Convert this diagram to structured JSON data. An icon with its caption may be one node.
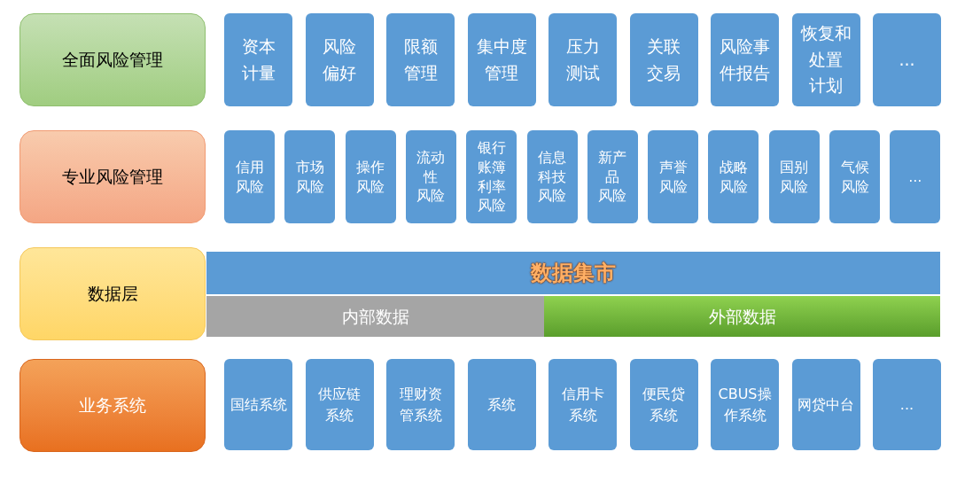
{
  "diagram": {
    "nodes": [
      {
        "text": [
          "全面风险管理"
        ]
      },
      {
        "text": [
          "资本计量"
        ]
      },
      {
        "text": [
          "风险偏好"
        ]
      },
      {
        "text": [
          "限额管理"
        ]
      },
      {
        "text": [
          "集中度管理"
        ]
      },
      {
        "text": [
          "压力测试"
        ]
      },
      {
        "text": [
          "关联交易"
        ]
      },
      {
        "text": [
          "风险事件报告"
        ]
      },
      {
        "text": [
          "恢复和处置计划"
        ]
      },
      {
        "text": [
          "..."
        ]
      },
      {
        "text": [
          "专业风险管理"
        ]
      },
      {
        "text": [
          "信用风险"
        ]
      },
      {
        "text": [
          "市场风险"
        ]
      },
      {
        "text": [
          "操作风险"
        ]
      },
      {
        "text": [
          "流动性风险"
        ]
      },
      {
        "text": [
          "银行账簿利率风险"
        ]
      },
      {
        "text": [
          "信息科技风险"
        ]
      },
      {
        "text": [
          "新产品风险"
        ]
      },
      {
        "text": [
          "声誉风险"
        ]
      },
      {
        "text": [
          "战略风险"
        ]
      },
      {
        "text": [
          "国别风险"
        ]
      },
      {
        "text": [
          "气候风险"
        ]
      },
      {
        "text": [
          "..."
        ]
      },
      {
        "text": [
          "数据层"
        ]
      },
      {
        "text": [
          "数据集市"
        ]
      },
      {
        "text": [
          "内部数据"
        ]
      },
      {
        "text": [
          "外部数据"
        ]
      },
      {
        "text": [
          "业务系统"
        ]
      },
      {
        "text": [
          "国结系统"
        ]
      },
      {
        "text": [
          "供应链系统"
        ]
      },
      {
        "text": [
          "理财资管系统"
        ]
      },
      {
        "text": [
          "系统"
        ]
      },
      {
        "text": [
          "信用卡系统"
        ]
      },
      {
        "text": [
          "便民贷系统"
        ]
      },
      {
        "text": [
          "CBUS操作系统"
        ]
      },
      {
        "text": [
          "网贷中台"
        ]
      },
      {
        "text": [
          "..."
        ]
      }
    ]
  }
}
